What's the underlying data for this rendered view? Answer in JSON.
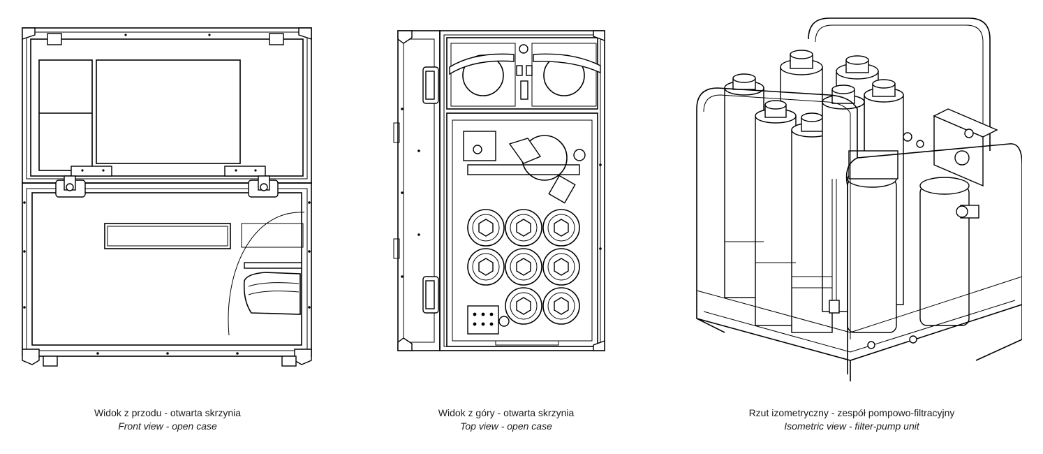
{
  "views": [
    {
      "id": "front",
      "caption_pl": "Widok z przodu - otwarta skrzynia",
      "caption_en": "Front view - open case"
    },
    {
      "id": "top",
      "caption_pl": "Widok z góry - otwarta skrzynia",
      "caption_en": "Top view - open case"
    },
    {
      "id": "iso",
      "caption_pl": "Rzut izometryczny - zespół pompowo-filtracyjny",
      "caption_en": "Isometric view - filter-pump unit"
    }
  ],
  "colors": {
    "line": "#000000",
    "background": "#ffffff"
  }
}
